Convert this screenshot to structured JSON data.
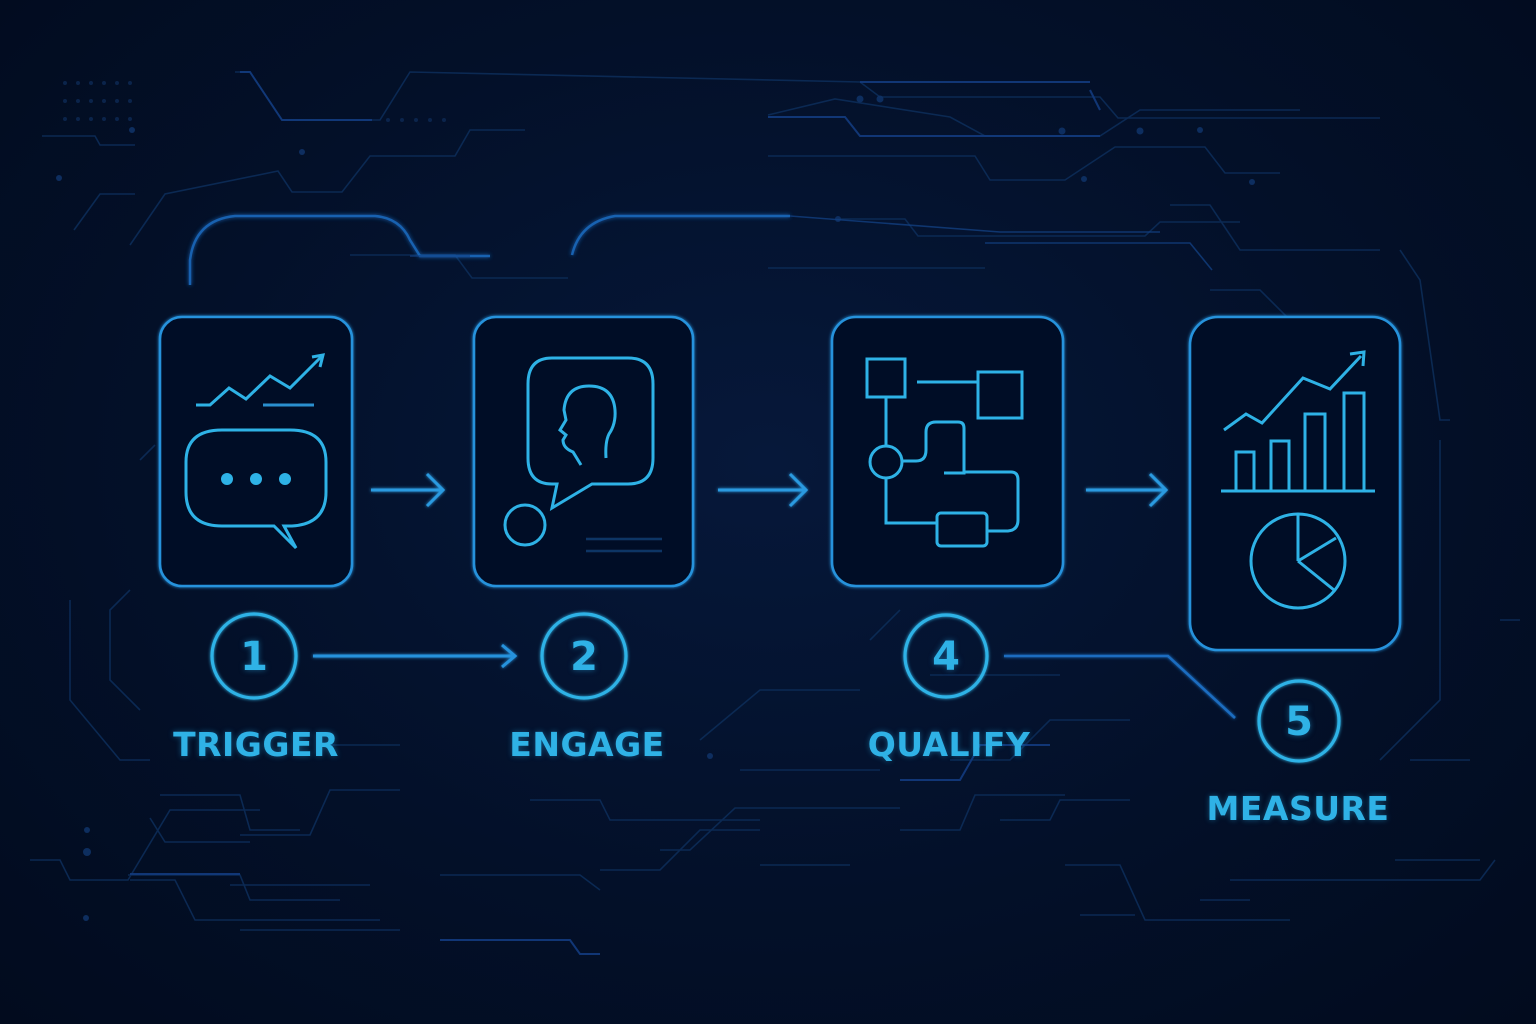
{
  "diagram": {
    "type": "process-flow",
    "theme": {
      "background": "#020d22",
      "accent": "#2fb2e6",
      "line": "#1f7fd0",
      "circuit": "#0d2f5e"
    },
    "steps": [
      {
        "number": "1",
        "label": "TRIGGER",
        "icon": "chat-bubble-with-trend-icon"
      },
      {
        "number": "2",
        "label": "ENGAGE",
        "icon": "person-speech-bubble-icon"
      },
      {
        "number": "4",
        "label": "QUALIFY",
        "icon": "flowchart-icon"
      },
      {
        "number": "5",
        "label": "MEASURE",
        "icon": "bar-chart-pie-chart-icon"
      }
    ],
    "connectors": [
      {
        "from": "card-1",
        "to": "card-2",
        "style": "arrow"
      },
      {
        "from": "card-2",
        "to": "card-3",
        "style": "arrow"
      },
      {
        "from": "card-3",
        "to": "card-4",
        "style": "arrow"
      },
      {
        "from": "step-1",
        "to": "step-2",
        "style": "arrow"
      },
      {
        "from": "step-2",
        "to": "step-4",
        "style": "line"
      },
      {
        "from": "step-4",
        "to": "step-5",
        "style": "line"
      }
    ]
  }
}
